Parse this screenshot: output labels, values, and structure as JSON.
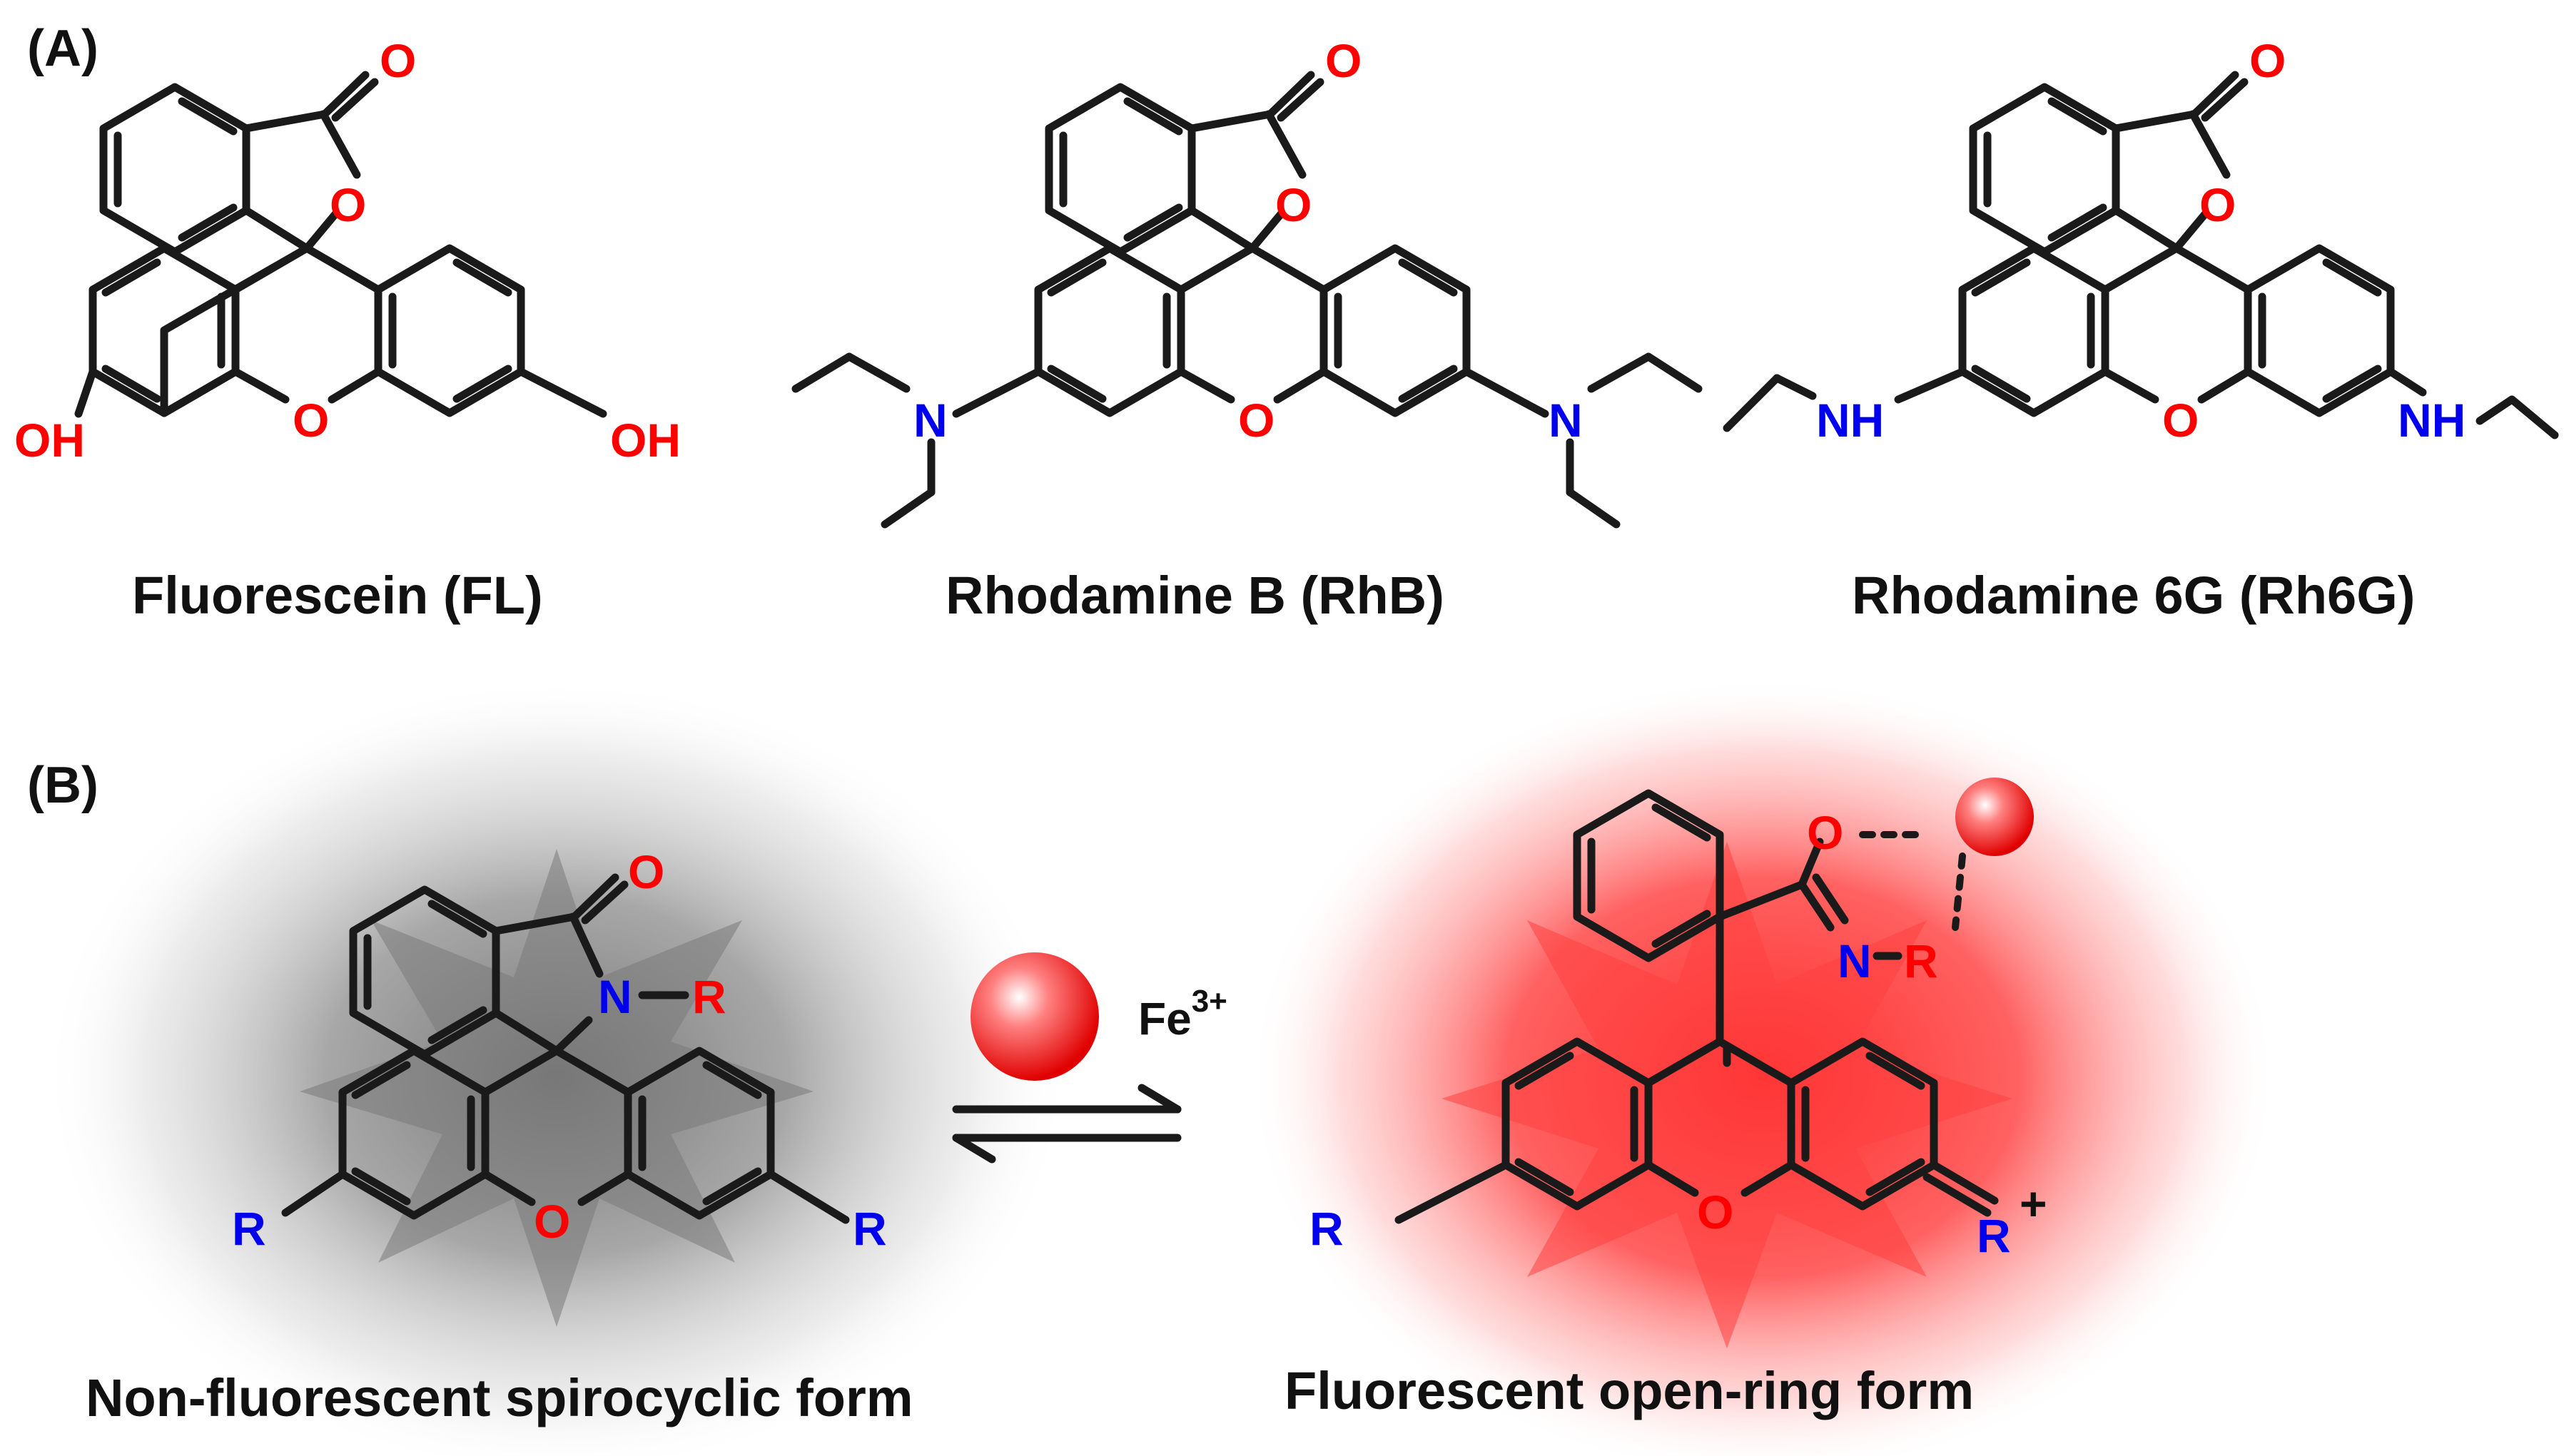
{
  "panels": {
    "a": "(A)",
    "b": "(B)"
  },
  "captions": {
    "fl": "Fluorescein (FL)",
    "rhb": "Rhodamine B (RhB)",
    "rh6g": "Rhodamine 6G (Rh6G)",
    "closed": "Non-fluorescent spirocyclic form",
    "open": "Fluorescent open-ring form"
  },
  "atoms": {
    "O": "O",
    "OH": "OH",
    "N": "N",
    "NH": "NH",
    "R": "R",
    "plus": "+"
  },
  "reagent": {
    "base": "Fe",
    "superscript": "3+"
  },
  "colors": {
    "oxygen": "#ff0000",
    "nitrogen": "#0000ee",
    "bond": "#1a1a1a",
    "ion": "#ff0000",
    "fluorescent_glow": "#ff0000",
    "nonfluorescent_glow": "#808080"
  }
}
